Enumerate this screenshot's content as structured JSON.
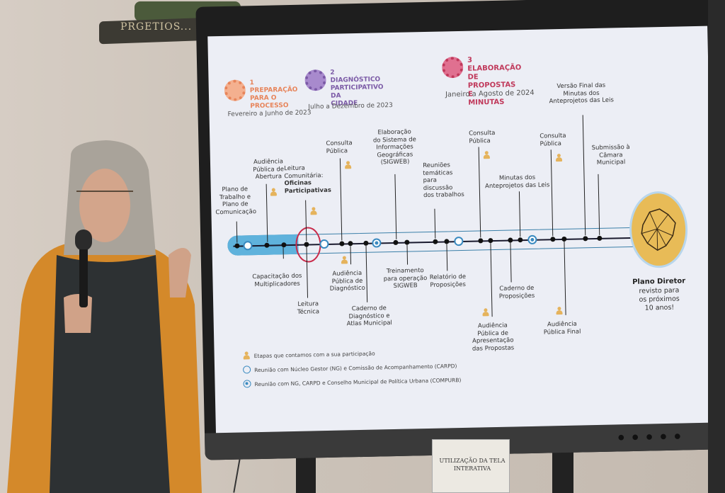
{
  "plaque": {
    "text": "PRGETIOS... NIGRVM"
  },
  "sign": {
    "text": "UTILIZAÇÃO DA TELA INTERATIVA"
  },
  "phases": [
    {
      "title": "1 PREPARAÇÃO\nPARA O\nPROCESSO",
      "date": "Fevereiro a Junho de 2023",
      "color": "#e7845a"
    },
    {
      "title": "2 DIAGNÓSTICO\nPARTICIPATIVO DA\nCIDADE",
      "date": "Julho a Dezembro de 2023",
      "color": "#7b5aa6"
    },
    {
      "title": "3 ELABORAÇÃO\nDE PROPOSTAS E\nMINUTAS",
      "date": "Janeiro a Agosto de 2024",
      "color": "#c0395b"
    }
  ],
  "above": {
    "plano": "Plano de\nTrabalho e\nPlano de\nComunicação",
    "audiencia_abertura": "Audiência\nPública de\nAbertura",
    "leitura_comunitaria": "Leitura\nComunitária:",
    "oficinas": "Oficinas\nParticipativas",
    "consulta1": "Consulta\nPública",
    "sig": "Elaboração\ndo Sistema de\nInformações\nGeográficas\n(SIGWEB)",
    "reunioes": "Reuniões\ntemáticas\npara\ndiscussão\ndos trabalhos",
    "consulta2": "Consulta\nPública",
    "minutas": "Minutas dos\nAnteprojetos das Leis",
    "consulta3": "Consulta\nPública",
    "versao_final": "Versão Final das\nMinutas dos\nAnteprojetos das Leis",
    "submissao": "Submissão à\nCâmara\nMunicipal"
  },
  "below": {
    "capacitacao": "Capacitação dos\nMultiplicadores",
    "leitura_tecnica": "Leitura\nTécnica",
    "audiencia_diag": "Audiência\nPública de\nDiagnóstico",
    "caderno_diag": "Caderno de\nDiagnóstico e\nAtlas Municipal",
    "treinamento": "Treinamento\npara operação\nSIGWEB",
    "relatorio": "Relatório de\nProposições",
    "audiencia_prop": "Audiência\nPública de\nApresentação\ndas Propostas",
    "caderno_prop": "Caderno de\nProposições",
    "audiencia_final": "Audiência\nPública Final"
  },
  "final": {
    "title": "Plano Diretor",
    "subtitle": "revisto para\nos próximos\n10 anos!"
  },
  "legend": {
    "l1": "Etapas que contamos com a sua participação",
    "l2": "Reunião com Núcleo Gestor (NG) e Comissão de Acompanhamento (CARPD)",
    "l3": "Reunião com NG, CARPD e Conselho Municipal de Política Urbana (COMPURB)"
  }
}
